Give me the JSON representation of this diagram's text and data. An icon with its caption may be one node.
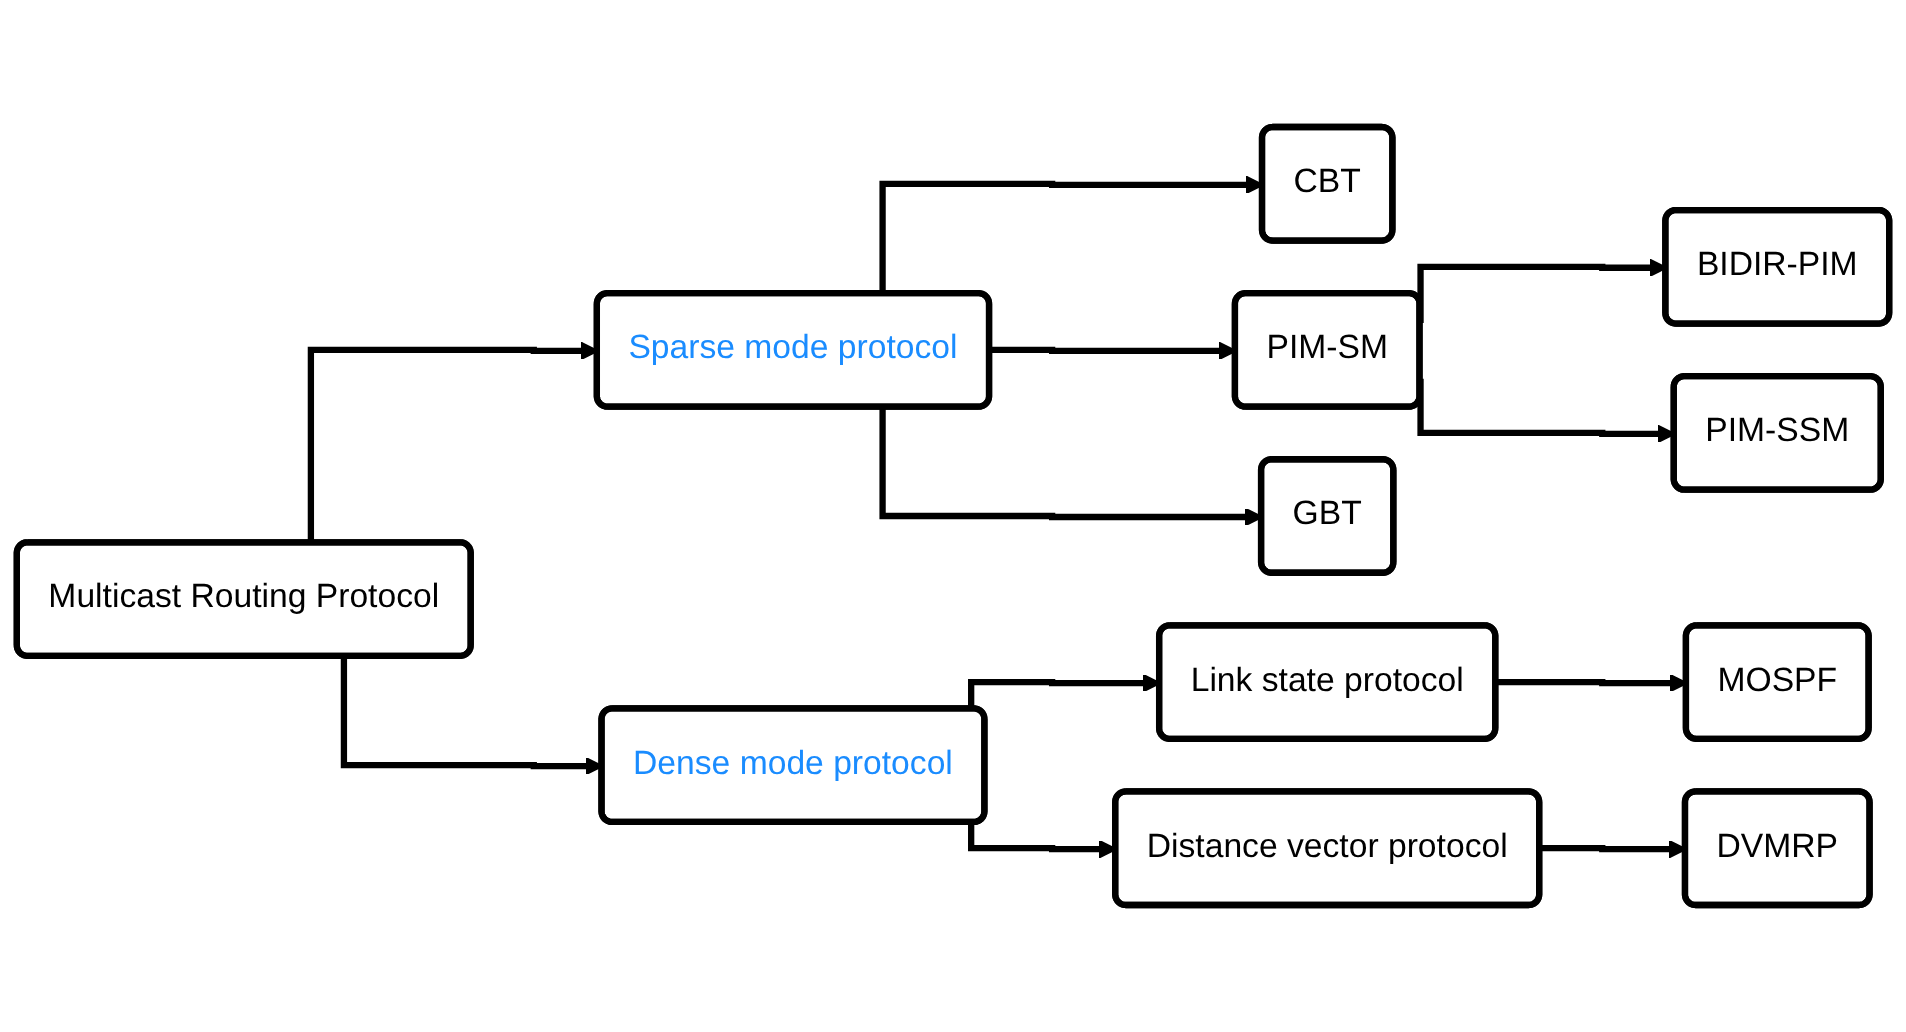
{
  "diagram": {
    "nodes": [
      {
        "text": [
          "Multicast Routing Protocol"
        ]
      },
      {
        "text": [
          "Sparse mode protocol"
        ]
      },
      {
        "text": [
          "Dense mode protocol"
        ]
      },
      {
        "text": [
          "CBT"
        ]
      },
      {
        "text": [
          "PIM-SM"
        ]
      },
      {
        "text": [
          "GBT"
        ]
      },
      {
        "text": [
          "Link state protocol"
        ]
      },
      {
        "text": [
          "Distance vector protocol"
        ]
      },
      {
        "text": [
          "BIDIR-PIM"
        ]
      },
      {
        "text": [
          "PIM-SSM"
        ]
      },
      {
        "text": [
          "MOSPF"
        ]
      },
      {
        "text": [
          "DVMRP"
        ]
      }
    ],
    "edges": [
      {
        "from": 0,
        "to": 1,
        "arrow": "to"
      },
      {
        "from": 0,
        "to": 2,
        "arrow": "to"
      },
      {
        "from": 1,
        "to": 3,
        "arrow": "to"
      },
      {
        "from": 1,
        "to": 4,
        "arrow": "to"
      },
      {
        "from": 1,
        "to": 5,
        "arrow": "to"
      },
      {
        "from": 2,
        "to": 6,
        "arrow": "to"
      },
      {
        "from": 2,
        "to": 7,
        "arrow": "to"
      },
      {
        "from": 4,
        "to": 8,
        "arrow": "to"
      },
      {
        "from": 4,
        "to": 9,
        "arrow": "to"
      },
      {
        "from": 6,
        "to": 10,
        "arrow": "to"
      },
      {
        "from": 7,
        "to": 11,
        "arrow": "to"
      }
    ]
  }
}
